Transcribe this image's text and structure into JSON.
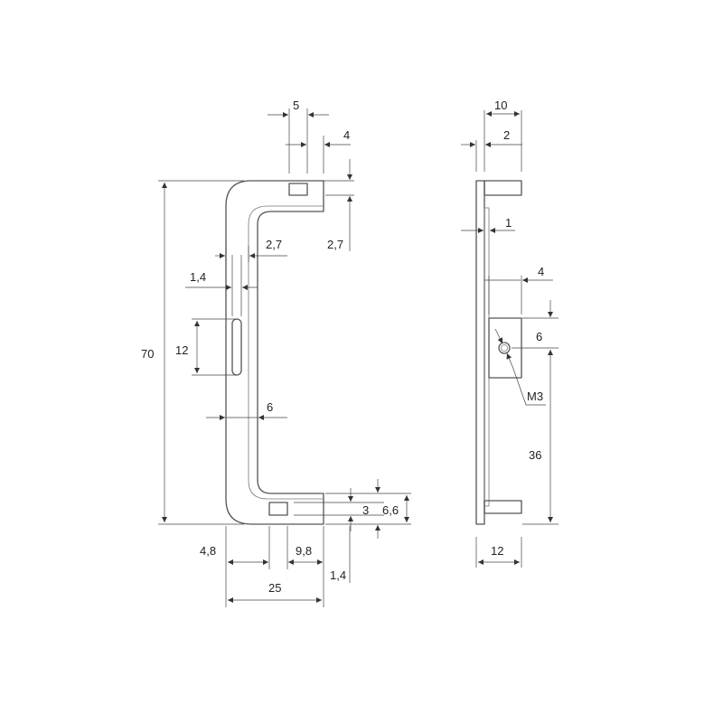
{
  "drawing": {
    "front_view": {
      "height": "70",
      "width": "25",
      "offset_left": "4,8",
      "slot_width": "9,8",
      "bottom_thickness": "1,4",
      "top_hole_width": "5",
      "top_hole_offset": "4",
      "top_thickness": "2,7",
      "wall_thickness": "2,7",
      "slot_gap": "1,4",
      "slot_length": "12",
      "wall_width": "6",
      "bottom_hole_height": "3",
      "bottom_tab_height": "6,6"
    },
    "side_view": {
      "top_width": "10",
      "top_offset": "2",
      "plate_thickness": "1",
      "block_offset": "4",
      "block_height": "6",
      "thread": "M3",
      "hole_height": "36",
      "base_width": "12"
    }
  }
}
